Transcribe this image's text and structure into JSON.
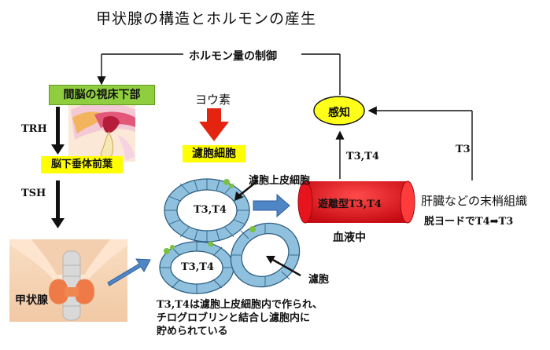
{
  "title": "甲状腺の構造とホルモンの産生",
  "feedback_label": "ホルモン量の制御",
  "hypothalamus_label": "間脳の視床下部",
  "trh_label": "TRH",
  "pituitary_label": "脳下垂体前葉",
  "tsh_label": "TSH",
  "thyroid_label": "甲状腺",
  "iodine_label": "ヨウ素",
  "follicle_cell_label": "濾胞細胞",
  "epithelial_label": "濾胞上皮細胞",
  "follicle_t3t4_top": "T3,T4",
  "follicle_t3t4_bottom": "T3,T4",
  "follicle_label": "濾胞",
  "free_hormone_label": "遊離型T3,T4",
  "blood_label": "血液中",
  "sensing_label": "感知",
  "t3t4_up_label": "T3,T4",
  "t3_label": "T3",
  "liver_label": "肝臓などの末梢組織",
  "deiodination_label": "脱ヨードでT4➡T3",
  "caption_line1": "T3,T4は濾胞上皮細胞内で作られ、",
  "caption_line2": "チログロブリンと結合し濾胞内に",
  "caption_line3": "貯められている",
  "colors": {
    "hypothalamus_box": "#8fce3f",
    "highlight_yellow": "#ffff00",
    "iodine_arrow": "#e52410",
    "blood_vessel": "#e8141d",
    "flow_arrow": "#4f86c6",
    "follicle_cell": "#bfe4f7"
  }
}
